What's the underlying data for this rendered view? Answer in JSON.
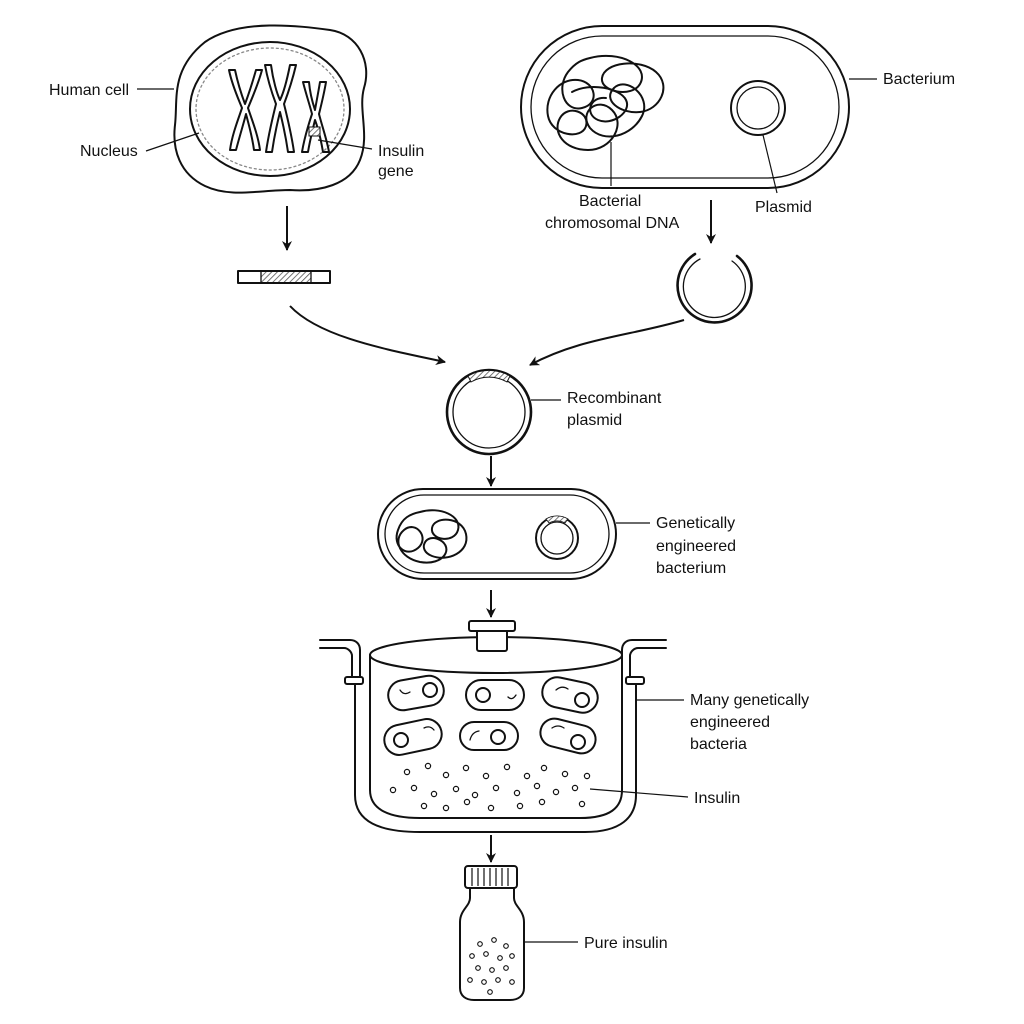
{
  "labels": {
    "human_cell": "Human cell",
    "nucleus": "Nucleus",
    "insulin_gene_1": "Insulin",
    "insulin_gene_2": "gene",
    "bacterium": "Bacterium",
    "bacterial_dna_1": "Bacterial",
    "bacterial_dna_2": "chromosomal DNA",
    "plasmid": "Plasmid",
    "recombinant_1": "Recombinant",
    "recombinant_2": "plasmid",
    "engineered_1": "Genetically",
    "engineered_2": "engineered",
    "engineered_3": "bacterium",
    "many_1": "Many genetically",
    "many_2": "engineered",
    "many_3": "bacteria",
    "insulin": "Insulin",
    "pure_insulin": "Pure insulin"
  },
  "colors": {
    "ink": "#111111",
    "background": "#ffffff",
    "gene_hatch": "#555555"
  }
}
